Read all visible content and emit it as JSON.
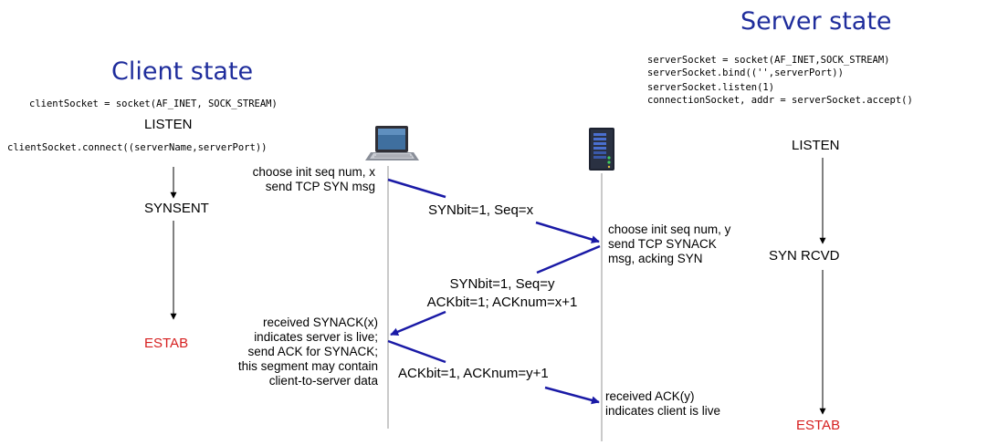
{
  "client": {
    "heading": "Client state",
    "code_socket": "clientSocket = socket(AF_INET, SOCK_STREAM)",
    "listen": "LISTEN",
    "code_connect": "clientSocket.connect((serverName,serverPort))",
    "synsent": "SYNSENT",
    "estab": "ESTAB",
    "note_init": [
      "choose init seq num, x",
      "send TCP SYN msg"
    ],
    "note_received": [
      "received SYNACK(x)",
      "indicates server is live;",
      "send ACK for SYNACK;",
      "this segment may contain",
      "client-to-server data"
    ]
  },
  "server": {
    "heading": "Server state",
    "code_lines": [
      "serverSocket = socket(AF_INET,SOCK_STREAM)",
      "serverSocket.bind(('',serverPort))",
      "serverSocket.listen(1)",
      "connectionSocket, addr = serverSocket.accept()"
    ],
    "listen": "LISTEN",
    "synrcvd": "SYN RCVD",
    "estab": "ESTAB",
    "note_init": [
      "choose init seq num, y",
      "send TCP SYNACK",
      "msg, acking SYN"
    ],
    "note_ack": [
      "received ACK(y)",
      "indicates client is live"
    ]
  },
  "messages": {
    "syn": "SYNbit=1, Seq=x",
    "synack_1": "SYNbit=1, Seq=y",
    "synack_2": "ACKbit=1; ACKnum=x+1",
    "ack": "ACKbit=1, ACKnum=y+1"
  },
  "icons": {
    "client_host": "laptop-icon",
    "server_host": "server-tower-icon"
  },
  "colors": {
    "heading": "#1f2d9c",
    "arrow": "#1a1aa6",
    "estab": "#d62020",
    "timeline": "#b8b8b8"
  }
}
